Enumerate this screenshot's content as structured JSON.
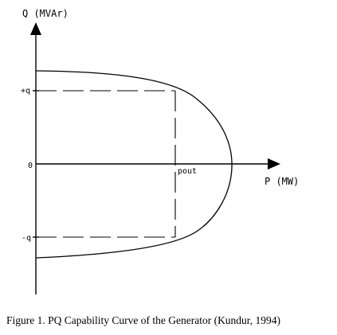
{
  "diagram": {
    "q_axis_label": "Q (MVAr)",
    "p_axis_label": "P (MW)",
    "plus_q_label": "+q",
    "zero_label": "0",
    "minus_q_label": "-q",
    "pout_label": "pout",
    "line_color": "#000000"
  },
  "caption": "Figure 1. PQ Capability Curve of the Generator (Kundur, 1994)"
}
